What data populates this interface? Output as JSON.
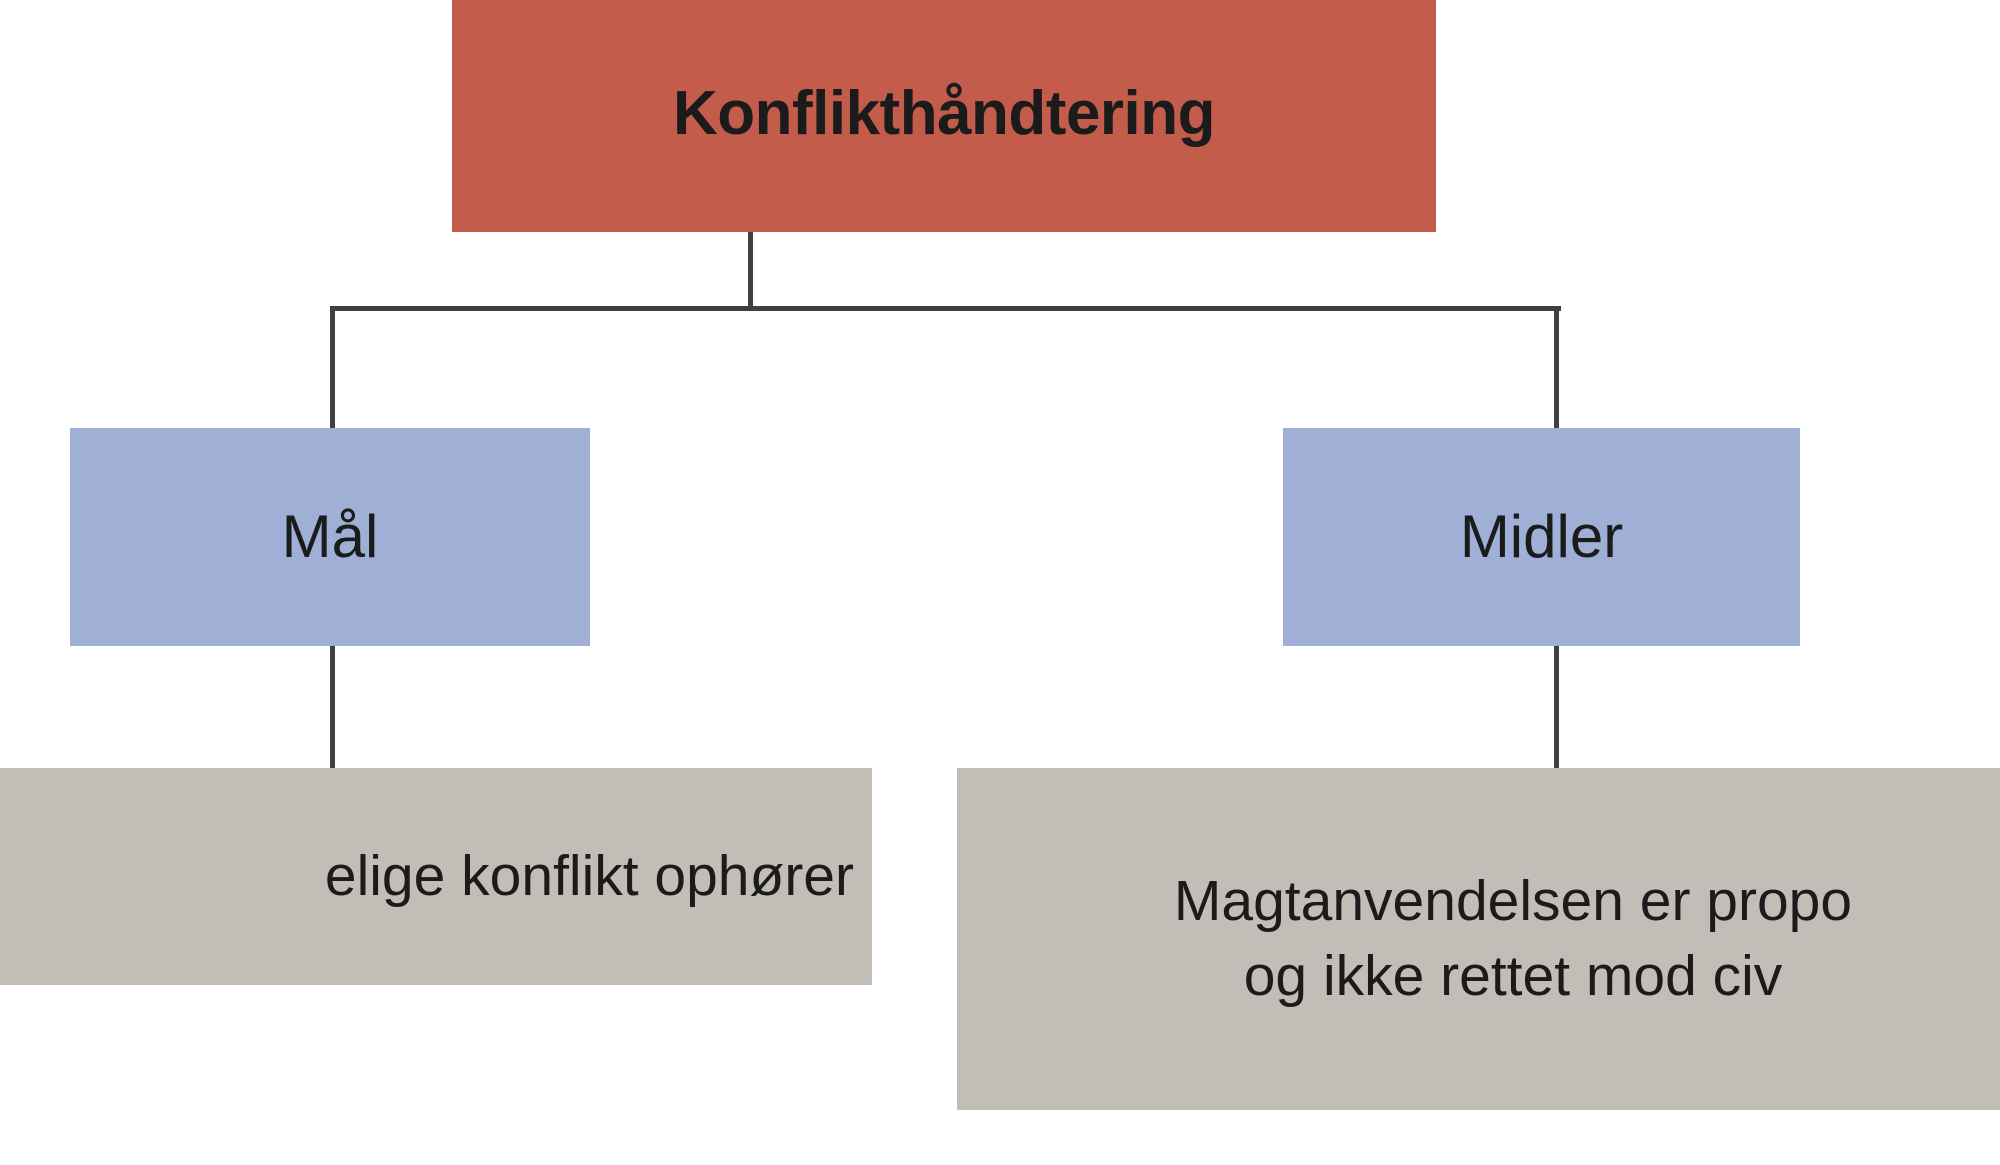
{
  "diagram": {
    "title": "Konflikthåndtering",
    "language": "da",
    "colors": {
      "root": "#c45c4c",
      "level2": "#a0afd6",
      "level3": "#c2bdb7",
      "connector": "#404040",
      "text": "#1b1b1b",
      "background": "#ffffff"
    },
    "root": {
      "label": "Konflikthåndtering"
    },
    "branches": [
      {
        "id": "goal",
        "label": "Mål",
        "detail": "elige konflikt ophører"
      },
      {
        "id": "means",
        "label": "Midler",
        "detail": "Magtanvendelsen er propo\nog ikke rettet mod civ"
      }
    ]
  }
}
